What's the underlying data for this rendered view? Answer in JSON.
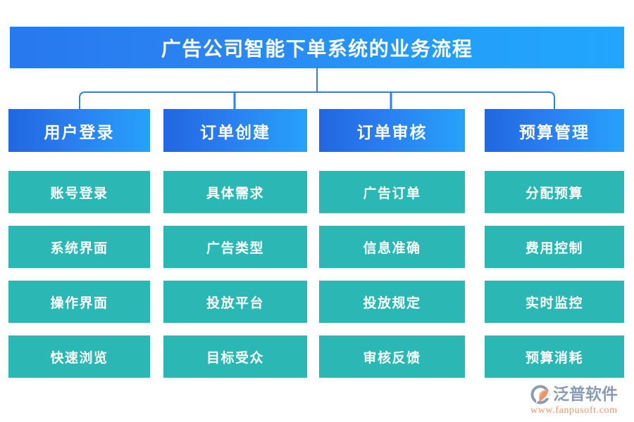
{
  "diagram": {
    "title": "广告公司智能下单系统的业务流程",
    "title_gradient_from": "#2878EE",
    "title_gradient_to": "#21A6FD",
    "connector_color": "#2B82EF",
    "header_color": "#2A7EF0",
    "item_color": "#2BB8B4",
    "columns": [
      {
        "header": "用户登录",
        "items": [
          "账号登录",
          "系统界面",
          "操作界面",
          "快速浏览"
        ]
      },
      {
        "header": "订单创建",
        "items": [
          "具体需求",
          "广告类型",
          "投放平台",
          "目标受众"
        ]
      },
      {
        "header": "订单审核",
        "items": [
          "广告订单",
          "信息准确",
          "投放规定",
          "审核反馈"
        ]
      },
      {
        "header": "预算管理",
        "items": [
          "分配预算",
          "费用控制",
          "实时监控",
          "预算消耗"
        ]
      }
    ]
  },
  "logo": {
    "name": "泛普软件",
    "url": "www.fanpusoft.com",
    "name_color": "#8A9BB4",
    "url_color": "#E8956A",
    "mark_outer_color": "#8A9BB4",
    "mark_inner_color": "#E8956A"
  }
}
